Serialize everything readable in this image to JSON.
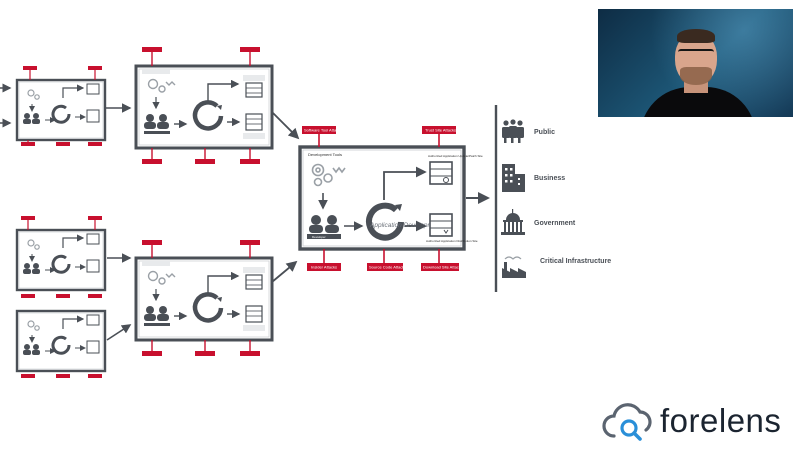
{
  "diagram": {
    "main_system": {
      "top_label": "Software Tool Attacks",
      "top_right_label": "Trust Site Attacks",
      "dev_tools": "Development Tools",
      "developer": "Developer",
      "center": "Application Development",
      "server_top": "Authorized Application Update/Patch Site",
      "server_bottom": "Authorized Application Distribution Site",
      "bottom_labels": [
        "Insider Attacks",
        "Source Code Attacks",
        "Download Site Attacks"
      ]
    },
    "audiences": [
      {
        "label": "Public",
        "icon": "people-group-icon"
      },
      {
        "label": "Business",
        "icon": "office-building-icon"
      },
      {
        "label": "Government",
        "icon": "capitol-building-icon"
      },
      {
        "label": "Critical Infrastructure",
        "icon": "factory-icon"
      }
    ]
  },
  "brand": {
    "name": "forelens",
    "logo_icon": "cloud-magnifier-icon",
    "colors": {
      "cloud": "#5b6470",
      "magnifier": "#2a8fd8",
      "text": "#1b2430"
    }
  },
  "colors": {
    "accent_red": "#c8102e",
    "box_border": "#4a4f56"
  }
}
